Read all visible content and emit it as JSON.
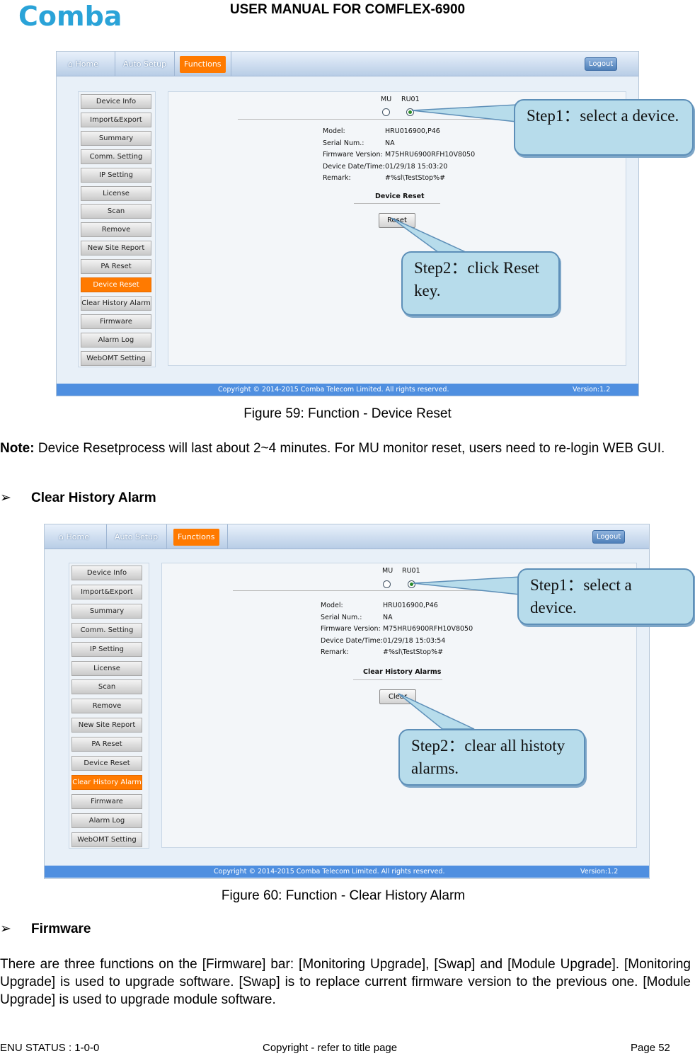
{
  "header": {
    "logo_text": "Comba",
    "title": "USER MANUAL FOR COMFLEX-6900"
  },
  "fig59": {
    "nav": {
      "home": "Home",
      "auto_setup": "Auto Setup",
      "functions": "Functions",
      "logout": "Logout"
    },
    "menu": [
      "Device Info",
      "Import&Export",
      "Summary",
      "Comm. Setting",
      "IP Setting",
      "License",
      "Scan",
      "Remove",
      "New Site Report",
      "PA Reset",
      "Device Reset",
      "Clear History Alarm",
      "Firmware",
      "Alarm Log",
      "WebOMT Setting"
    ],
    "active_index": 10,
    "radio_labels": {
      "mu": "MU",
      "ru": "RU01"
    },
    "fields": [
      {
        "label": "Model:",
        "value": "HRU016900,P46"
      },
      {
        "label": "Serial Num.:",
        "value": "NA"
      },
      {
        "label": "Firmware Version:",
        "value": "M75HRU6900RFH10V8050"
      },
      {
        "label": "Device Date/Time:",
        "value": "01/29/18 15:03:20"
      },
      {
        "label": "Remark:",
        "value": "#%sl\\TestStop%#"
      }
    ],
    "section_title": "Device Reset",
    "action_button": "Reset",
    "footer_copyright": "Copyright © 2014-2015 Comba Telecom Limited. All rights reserved.",
    "footer_version": "Version:1.2",
    "callout1": "Step1：select a device.",
    "callout2": "Step2：click Reset key.",
    "caption": "Figure 59: Function - Device Reset"
  },
  "note": {
    "label": "Note:",
    "text": " Device Resetprocess will last about 2~4 minutes. For MU monitor reset, users need to re-login WEB GUI."
  },
  "clear_history_heading": "Clear History Alarm",
  "fig60": {
    "nav": {
      "home": "Home",
      "auto_setup": "Auto Setup",
      "functions": "Functions",
      "logout": "Logout"
    },
    "menu": [
      "Device Info",
      "Import&Export",
      "Summary",
      "Comm. Setting",
      "IP Setting",
      "License",
      "Scan",
      "Remove",
      "New Site Report",
      "PA Reset",
      "Device Reset",
      "Clear History Alarm",
      "Firmware",
      "Alarm Log",
      "WebOMT Setting"
    ],
    "active_index": 11,
    "radio_labels": {
      "mu": "MU",
      "ru": "RU01"
    },
    "fields": [
      {
        "label": "Model:",
        "value": "HRU016900,P46"
      },
      {
        "label": "Serial Num.:",
        "value": "NA"
      },
      {
        "label": "Firmware Version:",
        "value": "M75HRU6900RFH10V8050"
      },
      {
        "label": "Device Date/Time:",
        "value": "01/29/18 15:03:54"
      },
      {
        "label": "Remark:",
        "value": "#%sl\\TestStop%#"
      }
    ],
    "section_title": "Clear History Alarms",
    "action_button": "Clear",
    "footer_copyright": "Copyright © 2014-2015 Comba Telecom Limited. All rights reserved.",
    "footer_version": "Version:1.2",
    "callout1": "Step1：select a device.",
    "callout2": "Step2：clear all histoty alarms.",
    "caption": "Figure 60: Function - Clear History Alarm"
  },
  "firmware_heading": "Firmware",
  "firmware_paragraph": "There are three functions on the [Firmware] bar: [Monitoring Upgrade], [Swap] and [Module Upgrade]. [Monitoring Upgrade] is used to upgrade software. [Swap] is to replace current firmware version to the previous one. [Module Upgrade] is used to upgrade module software.",
  "footer": {
    "status": "ENU STATUS : 1-0-0",
    "copyright": "Copyright - refer to title page",
    "page": "Page 52"
  },
  "colors": {
    "accent": "#ff7a00",
    "footer_bar": "#4f8fe0",
    "callout": "#b7dceb",
    "logo": "#2aa3d8"
  },
  "icons": {
    "home": "house-icon",
    "bullet": "arrow-bullet-icon"
  }
}
